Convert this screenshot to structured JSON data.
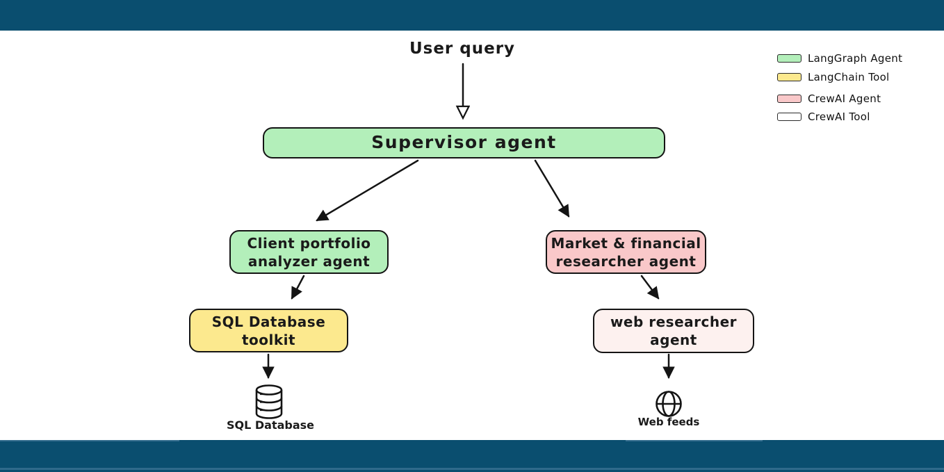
{
  "page": {
    "frame_color": "#0a4e6f",
    "canvas_color": "#ffffff"
  },
  "diagram": {
    "user_query_label": "User query",
    "nodes": {
      "supervisor": {
        "label": "Supervisor agent",
        "fill": "#b3efba",
        "type": "LangGraph Agent"
      },
      "client_portfolio": {
        "lines": [
          "Client portfolio",
          "analyzer agent"
        ],
        "fill": "#b3efba",
        "type": "LangGraph Agent"
      },
      "market_financial": {
        "lines": [
          "Market & financial",
          "researcher agent"
        ],
        "fill": "#f9c8c9",
        "type": "CrewAI Agent"
      },
      "sql_toolkit": {
        "lines": [
          "SQL Database",
          "toolkit"
        ],
        "fill": "#fce98e",
        "type": "LangChain Tool"
      },
      "web_researcher": {
        "lines": [
          "web researcher",
          "agent"
        ],
        "fill": "#fdf1ef",
        "type": "CrewAI Tool"
      }
    },
    "outputs": {
      "sql_database_label": "SQL Database",
      "web_feeds_label": "Web feeds"
    },
    "icons": {
      "sql_database": "database-cylinder-icon",
      "web_feeds": "globe-icon"
    }
  },
  "legend": {
    "items": [
      {
        "label": "LangGraph Agent",
        "color": "#b3efba"
      },
      {
        "label": "LangChain Tool",
        "color": "#fce98e"
      },
      {
        "label": "CrewAI Agent",
        "color": "#f9c8c9"
      },
      {
        "label": "CrewAI Tool",
        "color": "#ffffff"
      }
    ]
  }
}
